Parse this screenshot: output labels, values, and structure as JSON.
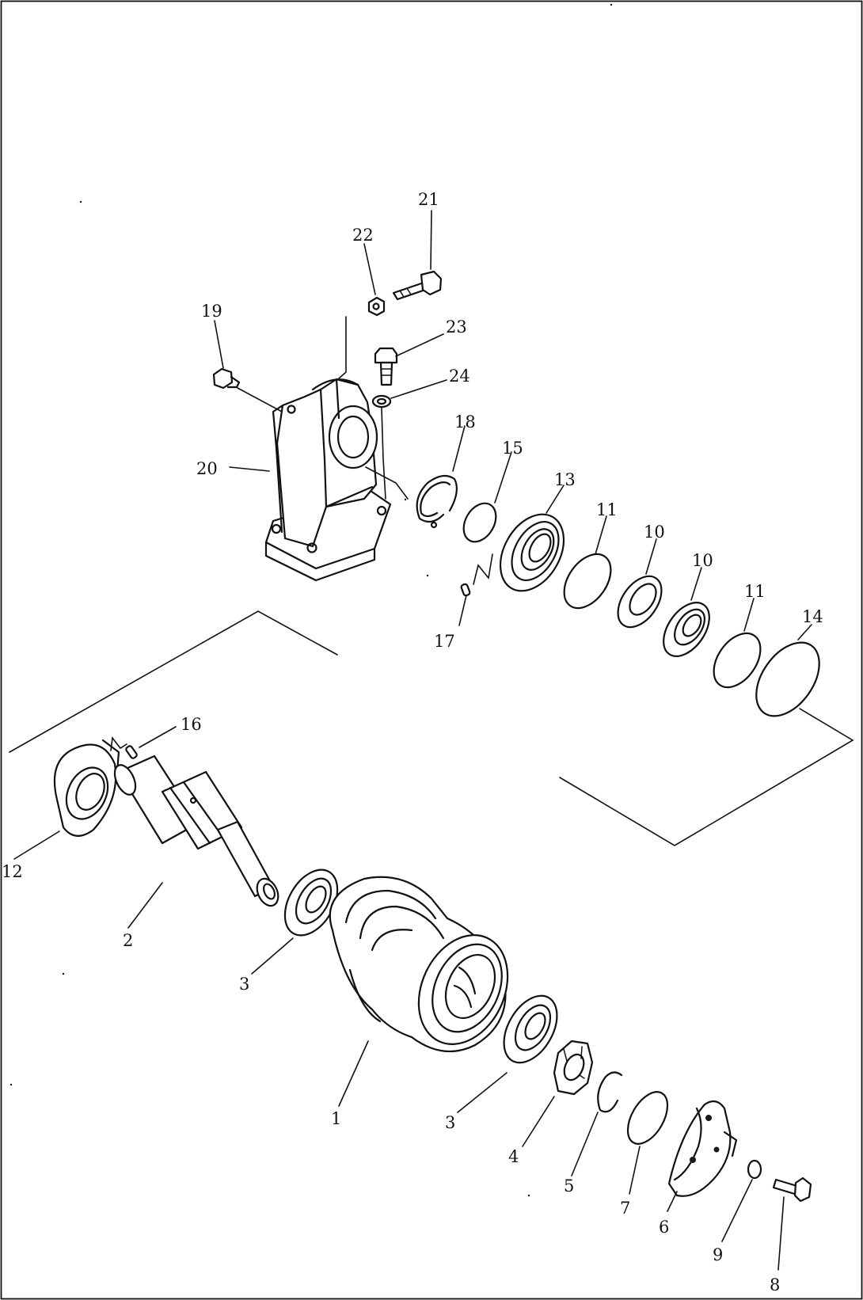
{
  "callouts": [
    {
      "id": "21",
      "label": "21"
    },
    {
      "id": "22",
      "label": "22"
    },
    {
      "id": "19",
      "label": "19"
    },
    {
      "id": "23",
      "label": "23"
    },
    {
      "id": "24",
      "label": "24"
    },
    {
      "id": "18",
      "label": "18"
    },
    {
      "id": "15",
      "label": "15"
    },
    {
      "id": "13",
      "label": "13"
    },
    {
      "id": "20",
      "label": "20"
    },
    {
      "id": "11a",
      "label": "11"
    },
    {
      "id": "10a",
      "label": "10"
    },
    {
      "id": "10b",
      "label": "10"
    },
    {
      "id": "11b",
      "label": "11"
    },
    {
      "id": "14",
      "label": "14"
    },
    {
      "id": "17",
      "label": "17"
    },
    {
      "id": "16",
      "label": "16"
    },
    {
      "id": "12",
      "label": "12"
    },
    {
      "id": "2",
      "label": "2"
    },
    {
      "id": "3a",
      "label": "3"
    },
    {
      "id": "1",
      "label": "1"
    },
    {
      "id": "3b",
      "label": "3"
    },
    {
      "id": "4",
      "label": "4"
    },
    {
      "id": "5",
      "label": "5"
    },
    {
      "id": "7",
      "label": "7"
    },
    {
      "id": "6",
      "label": "6"
    },
    {
      "id": "9",
      "label": "9"
    },
    {
      "id": "8",
      "label": "8"
    }
  ]
}
